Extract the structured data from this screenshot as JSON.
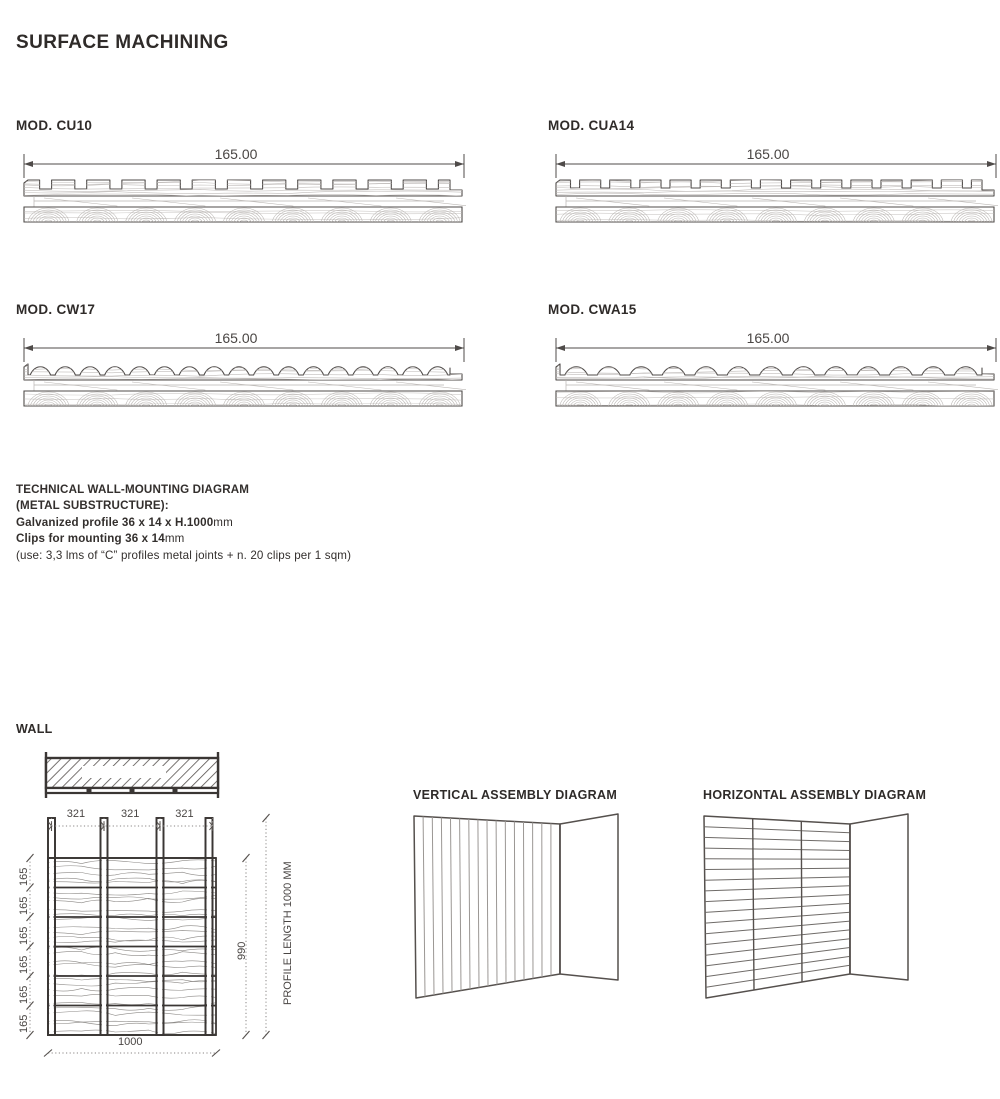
{
  "page": {
    "title": "SURFACE MACHINING",
    "background": "#ffffff",
    "ink": "#332f2d",
    "line_color": "#4f4b49",
    "light_line": "#b9b5b2"
  },
  "profiles": [
    {
      "id": "cu10",
      "model_label": "MOD. CU10",
      "dimension": "165.00",
      "groove_style": "square",
      "groove_count": 12,
      "description": "Square-notched machined surface profile, tongue and groove board"
    },
    {
      "id": "cua14",
      "model_label": "MOD. CUA14",
      "dimension": "165.00",
      "groove_style": "square-narrow",
      "groove_count": 14,
      "description": "Narrow square-notched machined surface profile"
    },
    {
      "id": "cw17",
      "model_label": "MOD. CW17",
      "dimension": "165.00",
      "groove_style": "wave",
      "groove_count": 17,
      "description": "Rounded wave machined surface profile"
    },
    {
      "id": "cwa15",
      "model_label": "MOD. CWA15",
      "dimension": "165.00",
      "groove_style": "wave-narrow",
      "groove_count": 13,
      "description": "Narrow rounded wave machined surface profile"
    }
  ],
  "technical_note": {
    "line1": "TECHNICAL WALL-MOUNTING DIAGRAM",
    "line2": "(METAL SUBSTRUCTURE):",
    "line3_bold": "Galvanized profile 36 x 14 x H.1000",
    "line3_unit": "mm",
    "line4_bold": "Clips for mounting 36 x 14",
    "line4_unit": "mm",
    "line5": "(use: 3,3 lms of “C” profiles metal joints + n. 20 clips per 1 sqm)"
  },
  "wall_diagram": {
    "title": "WALL",
    "top_spacings": [
      "321",
      "321",
      "321"
    ],
    "left_dimensions": [
      "165",
      "165",
      "165",
      "165",
      "165",
      "165"
    ],
    "height_dimension": "990",
    "profile_length_label": "PROFILE LENGTH 1000 MM",
    "width_dimension": "1000",
    "rail_count": 4,
    "panel_columns": 3,
    "panel_rows": 6
  },
  "assembly_diagrams": [
    {
      "id": "vertical",
      "title": "VERTICAL ASSEMBLY DIAGRAM",
      "orientation": "vertical",
      "plank_count": 16,
      "divider_count": 0
    },
    {
      "id": "horizontal",
      "title": "HORIZONTAL ASSEMBLY DIAGRAM",
      "orientation": "horizontal",
      "plank_count": 17,
      "divider_count": 2
    }
  ]
}
